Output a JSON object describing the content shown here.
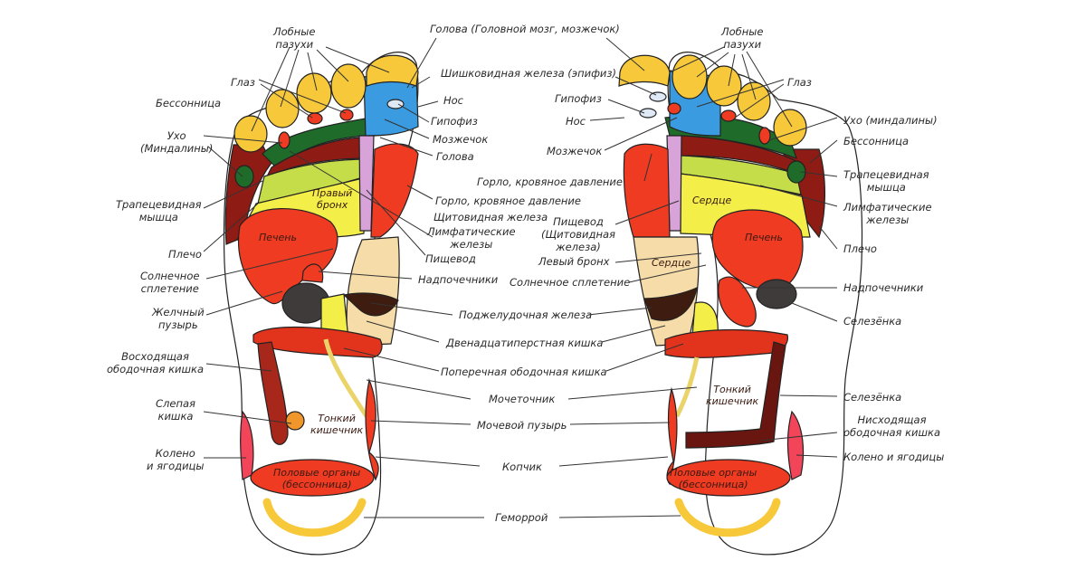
{
  "title": "Рефлексогенные зоны стоп",
  "colors": {
    "toe": "#f6c83a",
    "head": "#3a9be0",
    "eye": "#ee3b22",
    "dark_green": "#1f6b2a",
    "maroon": "#8e1c14",
    "lime": "#c6dd4a",
    "yellow": "#f3ee48",
    "red": "#ee3b22",
    "lilac": "#d7a3d8",
    "beige": "#f5dca8",
    "dark_brown": "#3e1d10",
    "gray": "#3f3b3b",
    "pale_yellow": "#ead46a",
    "outline": "#222222"
  },
  "left_foot": {
    "labels": {
      "frontal_sinuses": "Лобные\nпазухи",
      "eye": "Глаз",
      "insomnia": "Бессонница",
      "ear": "Ухо\n(Миндалины)",
      "trapezius": "Трапецевидная\nмышца",
      "shoulder": "Плечо",
      "solar_plexus": "Солнечное\nсплетение",
      "gallbladder": "Желчный\nпузырь",
      "ascending_colon": "Восходящая\nободочная кишка",
      "cecum": "Слепая\nкишка",
      "knee": "Колено\nи ягодицы"
    },
    "inner": {
      "right_bronchus": "Правый\nбронх",
      "liver": "Печень",
      "small_intestine": "Тонкий\nкишечник",
      "genitals": "Половые органы\n(бессонница)"
    }
  },
  "center": {
    "labels_left_side": {
      "head_brain": "Голова (Головной мозг, мозжечок)",
      "pineal": "Шишковидная железа (эпифиз)",
      "nose": "Нос",
      "pituitary": "Гипофиз",
      "cerebellum": "Мозжечок",
      "head": "Голова",
      "throat": "Горло, кровяное давление",
      "thyroid": "Щитовидная железа",
      "lymph": "Лимфатические\nжелезы",
      "esophagus": "Пищевод",
      "adrenals": "Надпочечники"
    },
    "labels_right_side": {
      "pituitary": "Гипофиз",
      "nose": "Нос",
      "cerebellum": "Мозжечок",
      "throat": "Горло, кровяное давление",
      "esophagus": "Пищевод\n(Щитовидная\nжелеза)",
      "left_bronchus": "Левый бронх",
      "solar_plexus": "Солнечное сплетение"
    },
    "shared": {
      "pancreas": "Поджелудочная железа",
      "duodenum": "Двенадцатиперстная кишка",
      "transverse_colon": "Поперечная ободочная кишка",
      "ureter": "Мочеточник",
      "bladder": "Мочевой пузырь",
      "coccyx": "Копчик",
      "hemorrhoids": "Геморрой"
    }
  },
  "right_foot": {
    "labels": {
      "frontal_sinuses": "Лобные\nпазухи",
      "eye": "Глаз",
      "ear": "Ухо (миндалины)",
      "insomnia": "Бессонница",
      "trapezius": "Трапецевидная\nмышца",
      "lymph": "Лимфатические\nжелезы",
      "shoulder": "Плечо",
      "adrenals": "Надпочечники",
      "spleen_upper": "Селезёнка",
      "spleen_lower": "Селезёнка",
      "descending_colon": "Нисходящая\nободочная кишка",
      "knee": "Колено и ягодицы"
    },
    "inner": {
      "heart_upper": "Сердце",
      "liver": "Печень",
      "heart_lower": "Сердце",
      "small_intestine": "Тонкий\nкишечник",
      "genitals": "Половые органы\n(бессонница)"
    }
  }
}
